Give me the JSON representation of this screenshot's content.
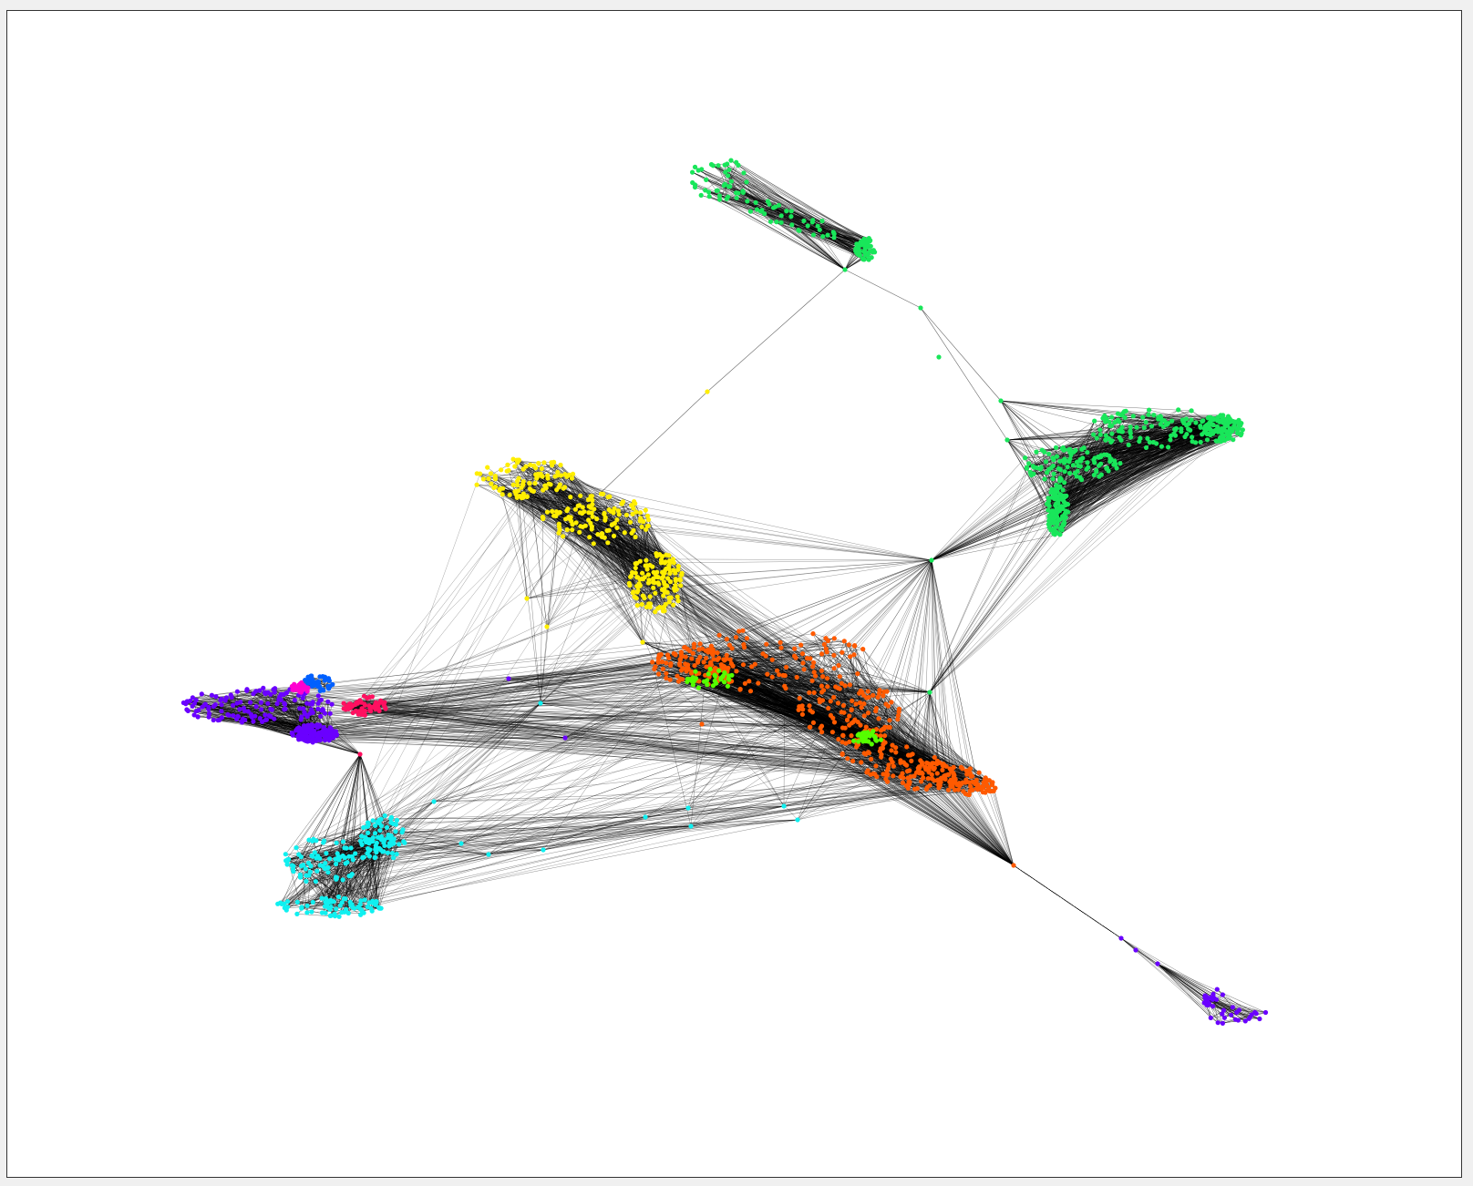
{
  "figure": {
    "type": "network-graph",
    "background": "#ffffff",
    "frame_color": "#333333",
    "edge_color": "#000000"
  },
  "communities": [
    {
      "id": "green-top",
      "color": "#19e65a",
      "node_count": 130
    },
    {
      "id": "green-right",
      "color": "#19e65a",
      "node_count": 420
    },
    {
      "id": "yellow",
      "color": "#ffee00",
      "node_count": 330
    },
    {
      "id": "orange",
      "color": "#ff5a00",
      "node_count": 520
    },
    {
      "id": "lime",
      "color": "#55ff00",
      "node_count": 60
    },
    {
      "id": "purple-left",
      "color": "#6a00ff",
      "node_count": 260
    },
    {
      "id": "blue",
      "color": "#0060ff",
      "node_count": 45
    },
    {
      "id": "magenta",
      "color": "#ff00d0",
      "node_count": 25
    },
    {
      "id": "crimson",
      "color": "#ff1060",
      "node_count": 55
    },
    {
      "id": "cyan",
      "color": "#10f0f0",
      "node_count": 230
    },
    {
      "id": "purple-bottom",
      "color": "#6a00ff",
      "node_count": 40
    }
  ]
}
